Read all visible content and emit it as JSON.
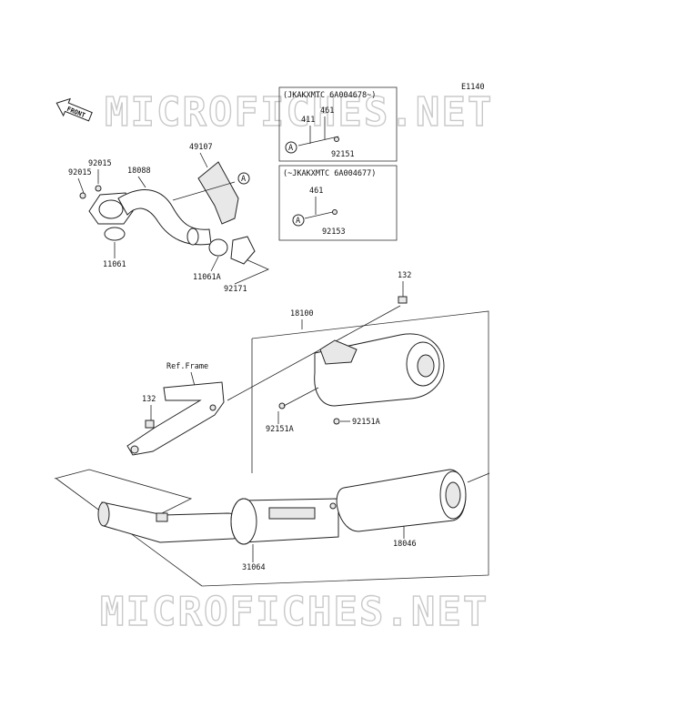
{
  "diagram": {
    "code": "E1140",
    "front_label": "FRONT",
    "watermark": "MICROFICHES.NET",
    "ref_frame": "Ref.Frame",
    "inset_a": {
      "title": "(JKAKXMTC 6A004678~)",
      "labels": [
        "411",
        "461",
        "92151"
      ],
      "marker": "A"
    },
    "inset_b": {
      "title": "(~JKAKXMTC 6A004677)",
      "labels": [
        "461",
        "92153"
      ],
      "marker": "A"
    },
    "marker_main": "A",
    "parts": {
      "p92015a": "92015",
      "p92015b": "92015",
      "p18088": "18088",
      "p49107": "49107",
      "p11061": "11061",
      "p11061a": "11061A",
      "p92171": "92171",
      "p132a": "132",
      "p18100": "18100",
      "p132b": "132",
      "p92151a_1": "92151A",
      "p92151a_2": "92151A",
      "p18046": "18046",
      "p31064": "31064"
    }
  }
}
